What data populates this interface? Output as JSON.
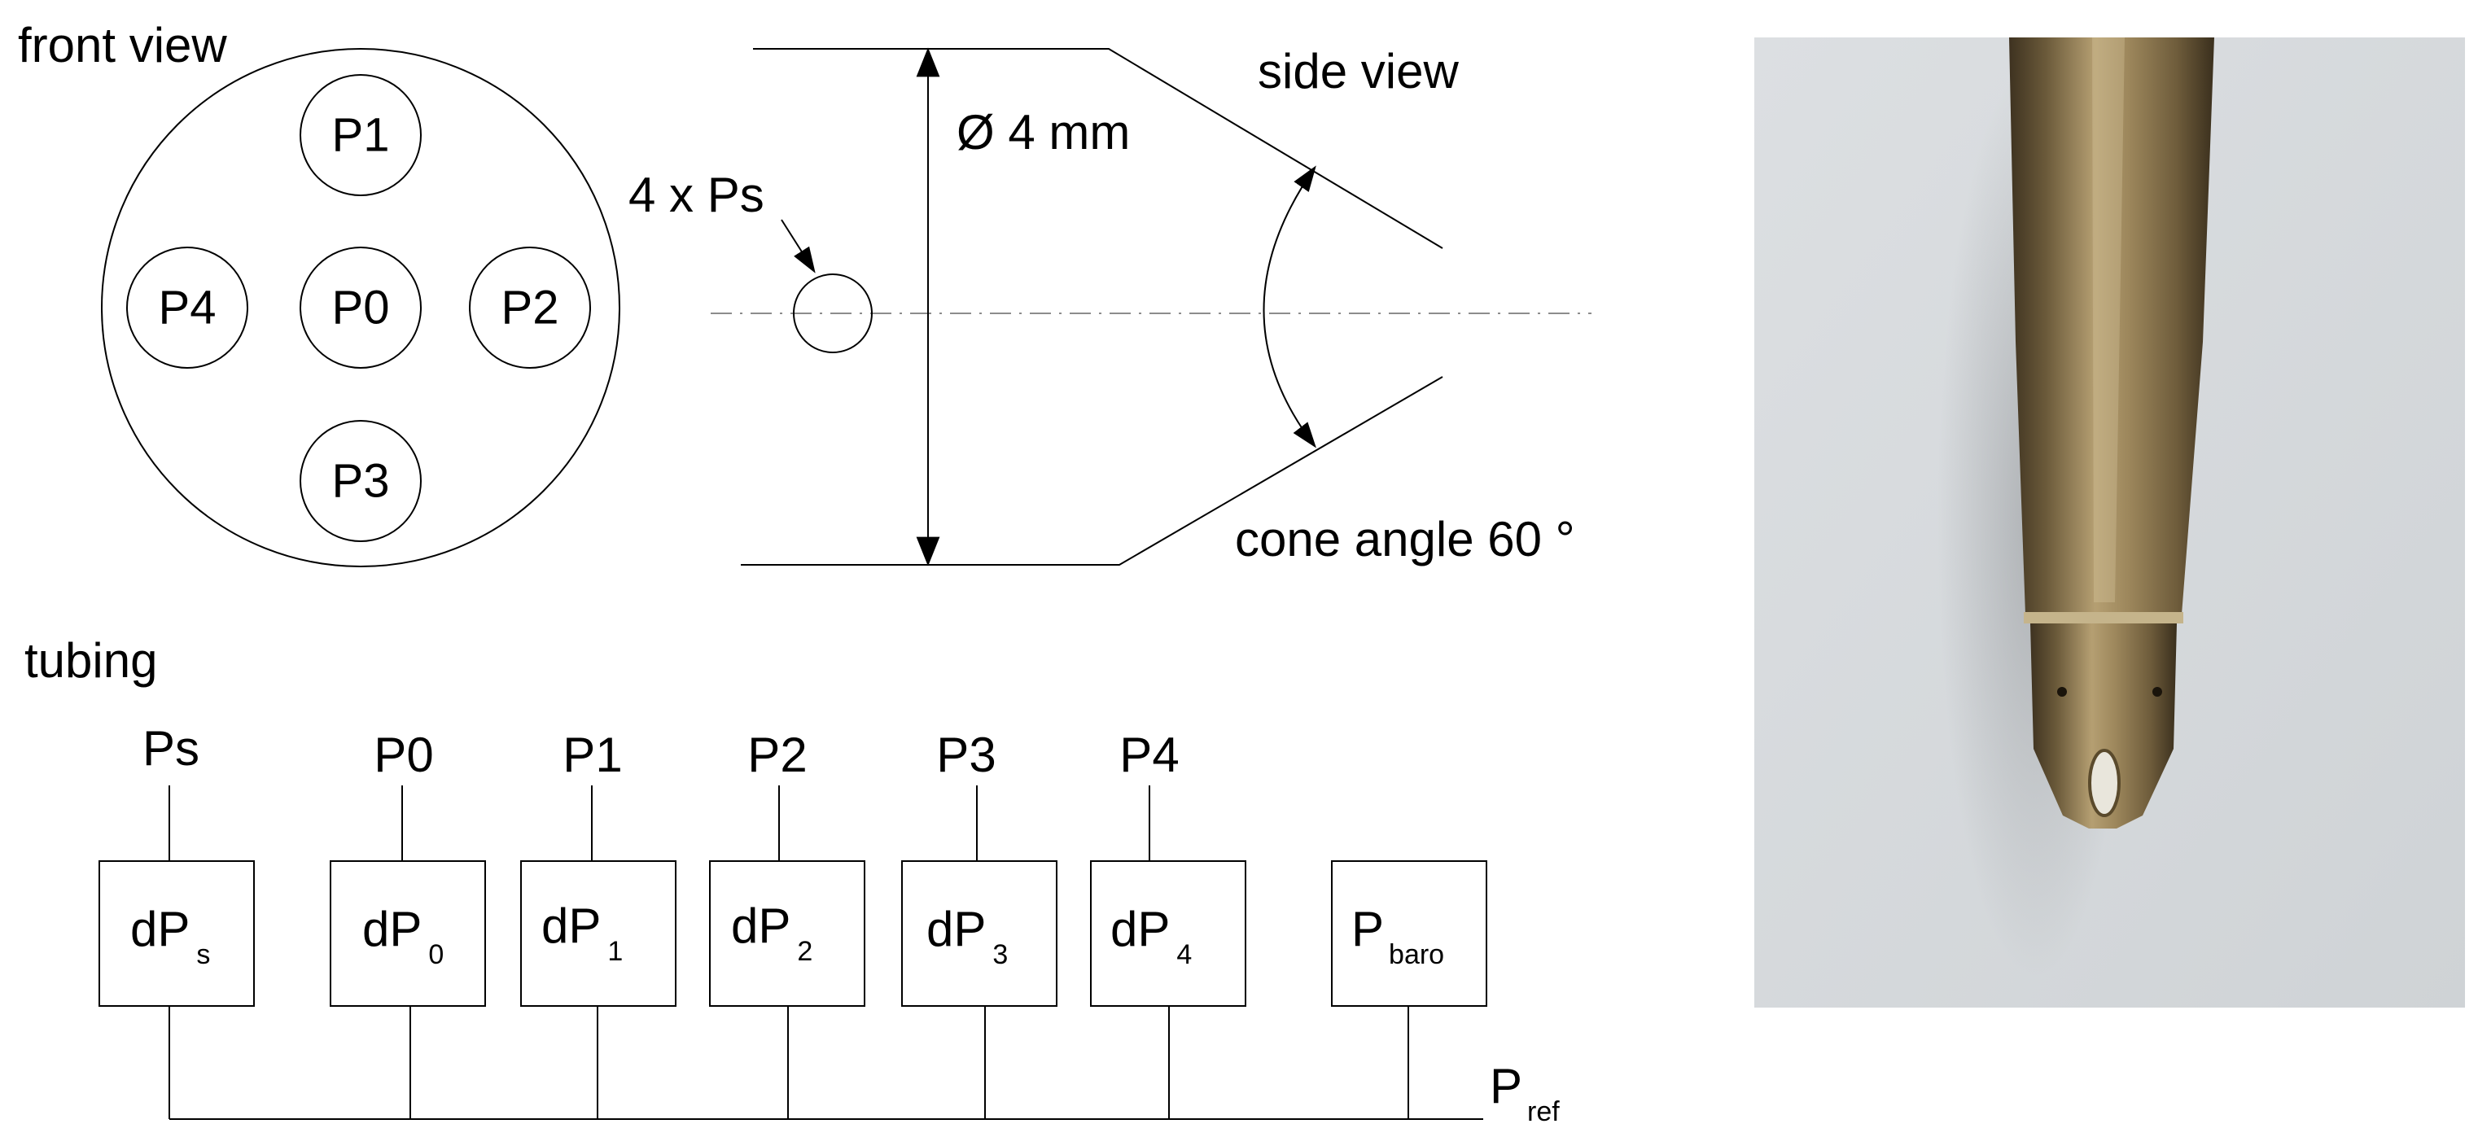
{
  "front_view": {
    "title": "front view",
    "ports": [
      "P1",
      "P4",
      "P0",
      "P2",
      "P3"
    ]
  },
  "side_view": {
    "title": "side view",
    "diameter_label": "Ø 4 mm",
    "static_label": "4 x Ps",
    "cone_label": "cone angle 60 °"
  },
  "tubing": {
    "title": "tubing",
    "ports": [
      "Ps",
      "P0",
      "P1",
      "P2",
      "P3",
      "P4"
    ],
    "sensors": [
      {
        "main": "dP",
        "sub": "s"
      },
      {
        "main": "dP",
        "sub": "0"
      },
      {
        "main": "dP",
        "sub": "1"
      },
      {
        "main": "dP",
        "sub": "2"
      },
      {
        "main": "dP",
        "sub": "3"
      },
      {
        "main": "dP",
        "sub": "4"
      },
      {
        "main": "P",
        "sub": "baro"
      }
    ],
    "reference": {
      "main": "P",
      "sub": "ref"
    }
  },
  "colors": {
    "line": "#000000",
    "photo_background": "#d9dcdf",
    "probe_brass": "#8a7449"
  }
}
